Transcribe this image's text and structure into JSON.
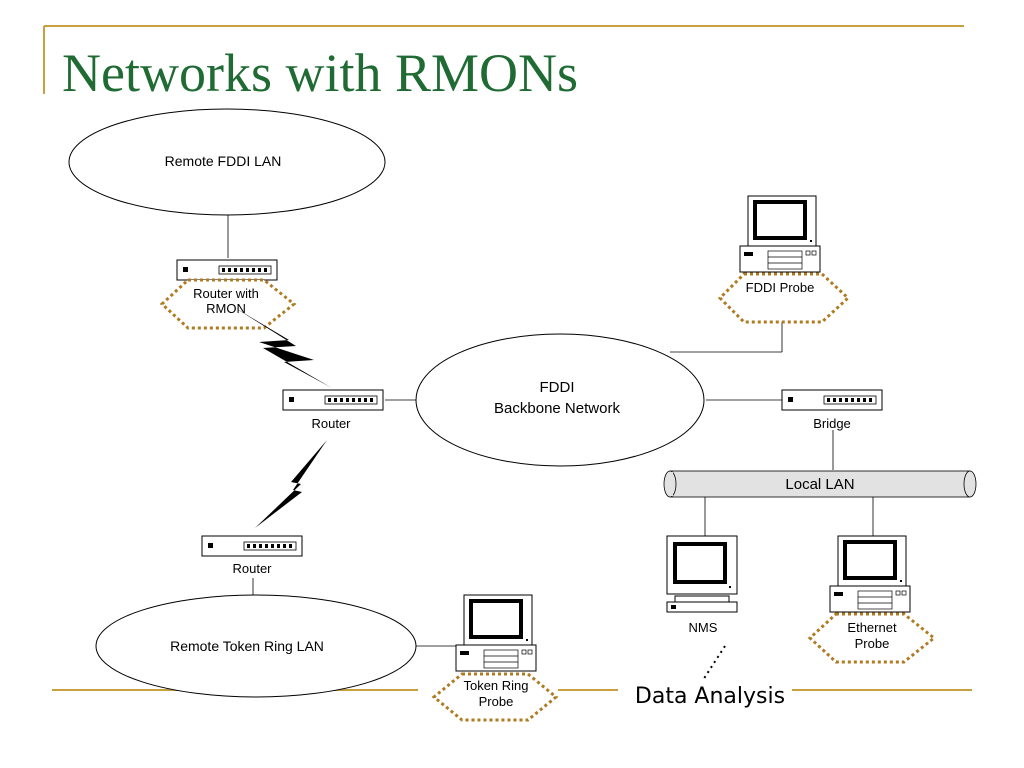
{
  "slide": {
    "title": "Networks with RMONs",
    "accent_color": "#c8a040",
    "title_color": "#1f6b33",
    "probe_outline_color": "#b07a20"
  },
  "diagram": {
    "remote_fddi_lan": "Remote FDDI LAN",
    "router_rmon": {
      "line1": "Router with",
      "line2": "RMON"
    },
    "backbone": {
      "line1": "FDDI",
      "line2": "Backbone Network"
    },
    "router_mid": "Router",
    "router_low": "Router",
    "bridge": "Bridge",
    "fddi_probe": "FDDI Probe",
    "local_lan": "Local LAN",
    "nms": "NMS",
    "ethernet_probe": {
      "line1": "Ethernet",
      "line2": "Probe"
    },
    "remote_token_ring_lan": "Remote Token Ring LAN",
    "token_ring_probe": {
      "line1": "Token Ring",
      "line2": "Probe"
    },
    "data_analysis": "Data Analysis"
  }
}
